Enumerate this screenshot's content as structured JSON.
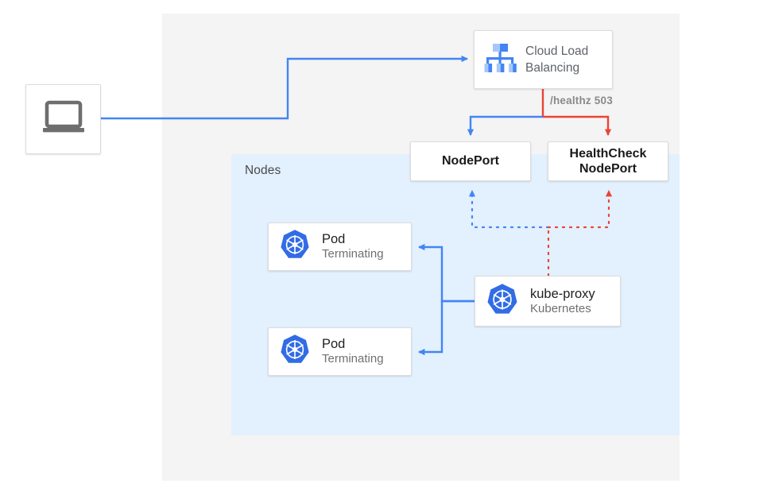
{
  "diagram": {
    "title": "Kubernetes NodePort health check with terminating pods",
    "colors": {
      "blue": "#4285f4",
      "red": "#ea4335",
      "panel_gray": "#f4f4f4",
      "panel_blue": "#e3f0fd",
      "card_white": "#ffffff",
      "card_border": "#dcdcdc",
      "text_dark": "#1f1f1f",
      "text_muted": "#707070",
      "k8s_blue": "#326ce5"
    }
  },
  "nodes_panel": {
    "label": "Nodes"
  },
  "client": {
    "icon": "laptop-icon"
  },
  "load_balancer": {
    "icon": "cloud-load-balancing-icon",
    "label": "Cloud Load\nBalancing"
  },
  "health_label": {
    "text": "/healthz 503"
  },
  "services": [
    {
      "id": "nodeport",
      "label": "NodePort"
    },
    {
      "id": "healthcheck-nodeport",
      "label": "HealthCheck\nNodePort"
    }
  ],
  "pods": [
    {
      "id": "pod-1",
      "icon": "kubernetes-icon",
      "title": "Pod",
      "status": "Terminating"
    },
    {
      "id": "pod-2",
      "icon": "kubernetes-icon",
      "title": "Pod",
      "status": "Terminating"
    }
  ],
  "kube_proxy": {
    "icon": "kubernetes-icon",
    "title": "kube-proxy",
    "subtitle": "Kubernetes"
  }
}
